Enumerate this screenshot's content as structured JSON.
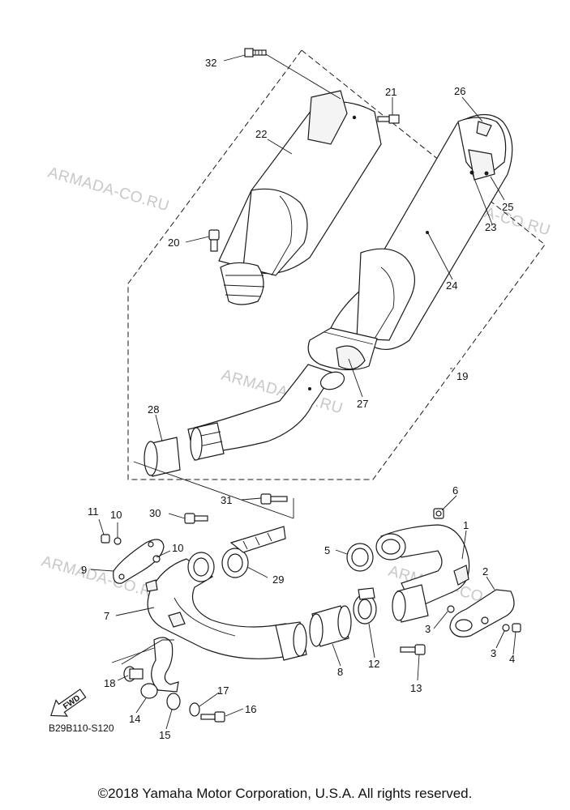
{
  "watermark": "ARMADA-CO.RU",
  "callouts": [
    "1",
    "2",
    "3",
    "3",
    "4",
    "5",
    "6",
    "7",
    "8",
    "9",
    "10",
    "10",
    "11",
    "12",
    "13",
    "14",
    "15",
    "16",
    "17",
    "18",
    "19",
    "20",
    "21",
    "22",
    "23",
    "24",
    "25",
    "26",
    "27",
    "28",
    "29",
    "30",
    "31",
    "32"
  ],
  "fwd_label": "FWD",
  "doc_code": "B29B110-S120",
  "copyright": "©2018 Yamaha Motor Corporation, U.S.A. All rights reserved.",
  "colors": {
    "line": "#1a1a1a",
    "watermark": "#c8c8c8",
    "background": "#ffffff"
  }
}
